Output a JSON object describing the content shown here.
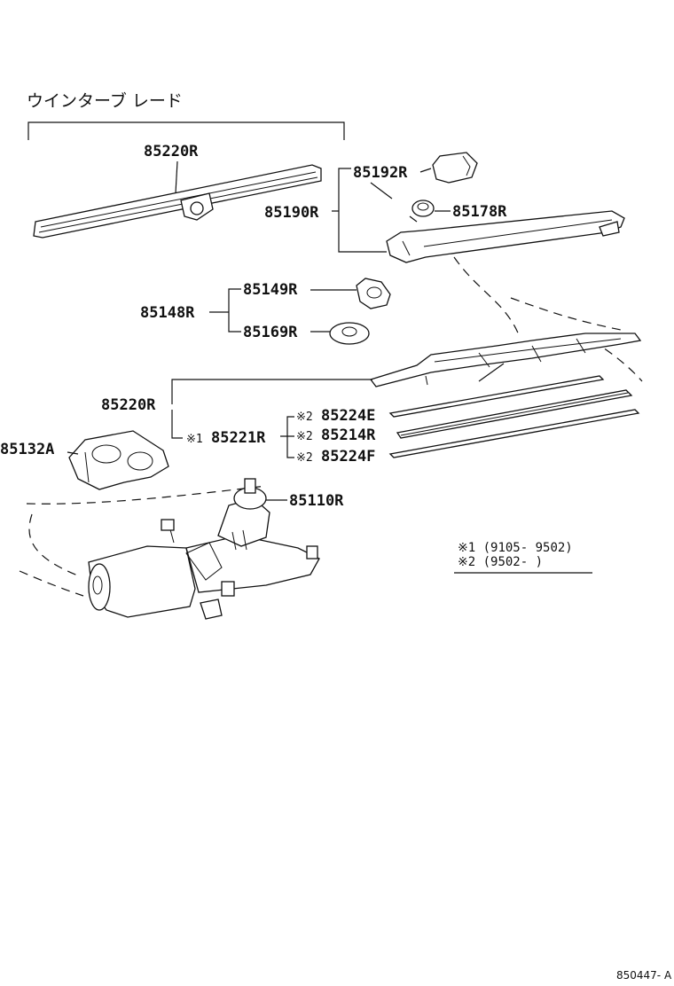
{
  "title": "ウインターブ レード",
  "labels": {
    "p85220R_top": "85220R",
    "p85192R": "85192R",
    "p85190R": "85190R",
    "p85178R": "85178R",
    "p85149R": "85149R",
    "p85148R": "85148R",
    "p85169R": "85169R",
    "p85220R_mid": "85220R",
    "p85221R": "85221R",
    "p85224E": "85224E",
    "p85214R": "85214R",
    "p85224F": "85224F",
    "p85132A": "85132A",
    "p85110R": "85110R"
  },
  "marks": {
    "m1": "※1",
    "m2": "※2"
  },
  "notes": [
    "※1 (9105- 9502)",
    "※2 (9502-      )"
  ],
  "diagram_code": "850447- A"
}
